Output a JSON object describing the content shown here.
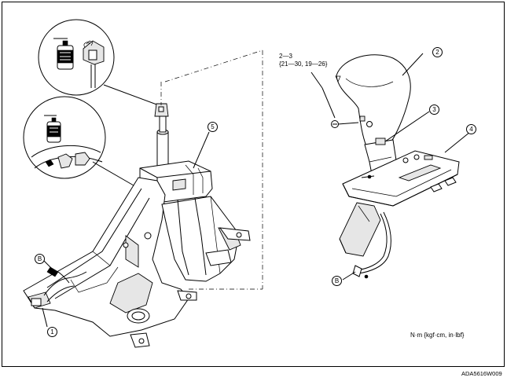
{
  "torque_spec": {
    "line1": "2—3",
    "line2": "{21—30, 19—26}"
  },
  "units_note": "N·m {kgf·cm, in·lbf}",
  "figure_code": "ADA5616W009",
  "callouts": {
    "c1": "1",
    "c2": "2",
    "c3": "3",
    "c4": "4",
    "c5": "5",
    "cB_left": "B",
    "cB_right": "B"
  }
}
